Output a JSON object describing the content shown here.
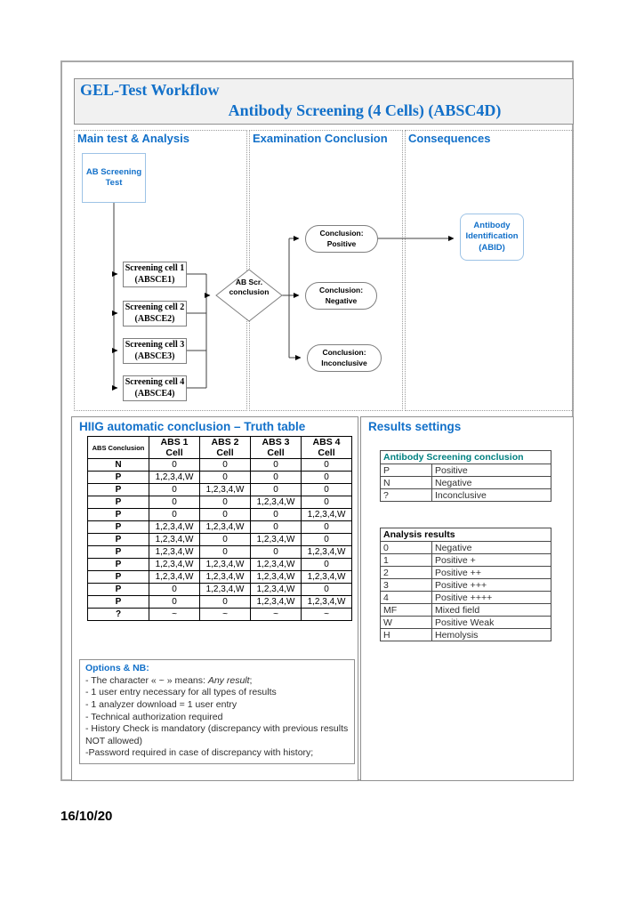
{
  "page": {
    "title": "GEL-Test Workflow",
    "subtitle": "Antibody Screening (4 Cells) (ABSC4D)",
    "date": "16/10/20"
  },
  "colors": {
    "heading_blue": "#1270c9",
    "teal_header": "#008080",
    "light_blue_border": "#9dc3e6",
    "gray_border": "#7f7f7f",
    "title_box_bg": "#f1f1f1"
  },
  "sections": {
    "main_test": "Main test & Analysis",
    "exam_conclusion": "Examination Conclusion",
    "consequences": "Consequences"
  },
  "flowchart": {
    "start_box": {
      "line1": "AB Screening",
      "line2": "Test"
    },
    "cells": [
      {
        "line1": "Screening cell 1",
        "line2": "(ABSCE1)"
      },
      {
        "line1": "Screening cell 2",
        "line2": "(ABSCE2)"
      },
      {
        "line1": "Screening cell 3",
        "line2": "(ABSCE3)"
      },
      {
        "line1": "Screening cell 4",
        "line2": "(ABSCE4)"
      }
    ],
    "decision": {
      "line1": "AB Scr.",
      "line2": "conclusion"
    },
    "conclusions": [
      {
        "line1": "Conclusion:",
        "line2": "Positive"
      },
      {
        "line1": "Conclusion:",
        "line2": "Negative"
      },
      {
        "line1": "Conclusion:",
        "line2": "Inconclusive"
      }
    ],
    "consequence_box": {
      "line1": "Antibody",
      "line2": "Identification",
      "line3": "(ABID)"
    }
  },
  "truth_table": {
    "title": "HIIG automatic conclusion – Truth table",
    "headers": [
      "ABS Conclusion",
      "ABS 1 Cell",
      "ABS 2 Cell",
      "ABS 3 Cell",
      "ABS 4 Cell"
    ],
    "rows": [
      [
        "N",
        "0",
        "0",
        "0",
        "0"
      ],
      [
        "P",
        "1,2,3,4,W",
        "0",
        "0",
        "0"
      ],
      [
        "P",
        "0",
        "1,2,3,4,W",
        "0",
        "0"
      ],
      [
        "P",
        "0",
        "0",
        "1,2,3,4,W",
        "0"
      ],
      [
        "P",
        "0",
        "0",
        "0",
        "1,2,3,4,W"
      ],
      [
        "P",
        "1,2,3,4,W",
        "1,2,3,4,W",
        "0",
        "0"
      ],
      [
        "P",
        "1,2,3,4,W",
        "0",
        "1,2,3,4,W",
        "0"
      ],
      [
        "P",
        "1,2,3,4,W",
        "0",
        "0",
        "1,2,3,4,W"
      ],
      [
        "P",
        "1,2,3,4,W",
        "1,2,3,4,W",
        "1,2,3,4,W",
        "0"
      ],
      [
        "P",
        "1,2,3,4,W",
        "1,2,3,4,W",
        "1,2,3,4,W",
        "1,2,3,4,W"
      ],
      [
        "P",
        "0",
        "1,2,3,4,W",
        "1,2,3,4,W",
        "0"
      ],
      [
        "P",
        "0",
        "0",
        "1,2,3,4,W",
        "1,2,3,4,W"
      ],
      [
        "?",
        "~",
        "~",
        "~",
        "~"
      ]
    ]
  },
  "results_settings": {
    "title": "Results settings",
    "abs_conclusion_table": {
      "header": "Antibody Screening conclusion",
      "rows": [
        [
          "P",
          "Positive"
        ],
        [
          "N",
          "Negative"
        ],
        [
          "?",
          "Inconclusive"
        ]
      ]
    },
    "analysis_table": {
      "header": "Analysis results",
      "rows": [
        [
          "0",
          "Negative"
        ],
        [
          "1",
          "Positive +"
        ],
        [
          "2",
          "Positive ++"
        ],
        [
          "3",
          "Positive +++"
        ],
        [
          "4",
          "Positive ++++"
        ],
        [
          "MF",
          "Mixed field"
        ],
        [
          "W",
          "Positive Weak"
        ],
        [
          "H",
          "Hemolysis"
        ]
      ]
    }
  },
  "options": {
    "title": "Options & NB:",
    "line1_prefix": "- The character « ~ » means: ",
    "line1_italic": "Any result",
    "line1_suffix": ";",
    "lines": [
      "- 1 user entry necessary for all types of results",
      "- 1 analyzer download = 1 user entry",
      "- Technical authorization required",
      "- History Check is mandatory (discrepancy with previous results NOT allowed)",
      "-Password required in case of discrepancy with history;"
    ]
  }
}
